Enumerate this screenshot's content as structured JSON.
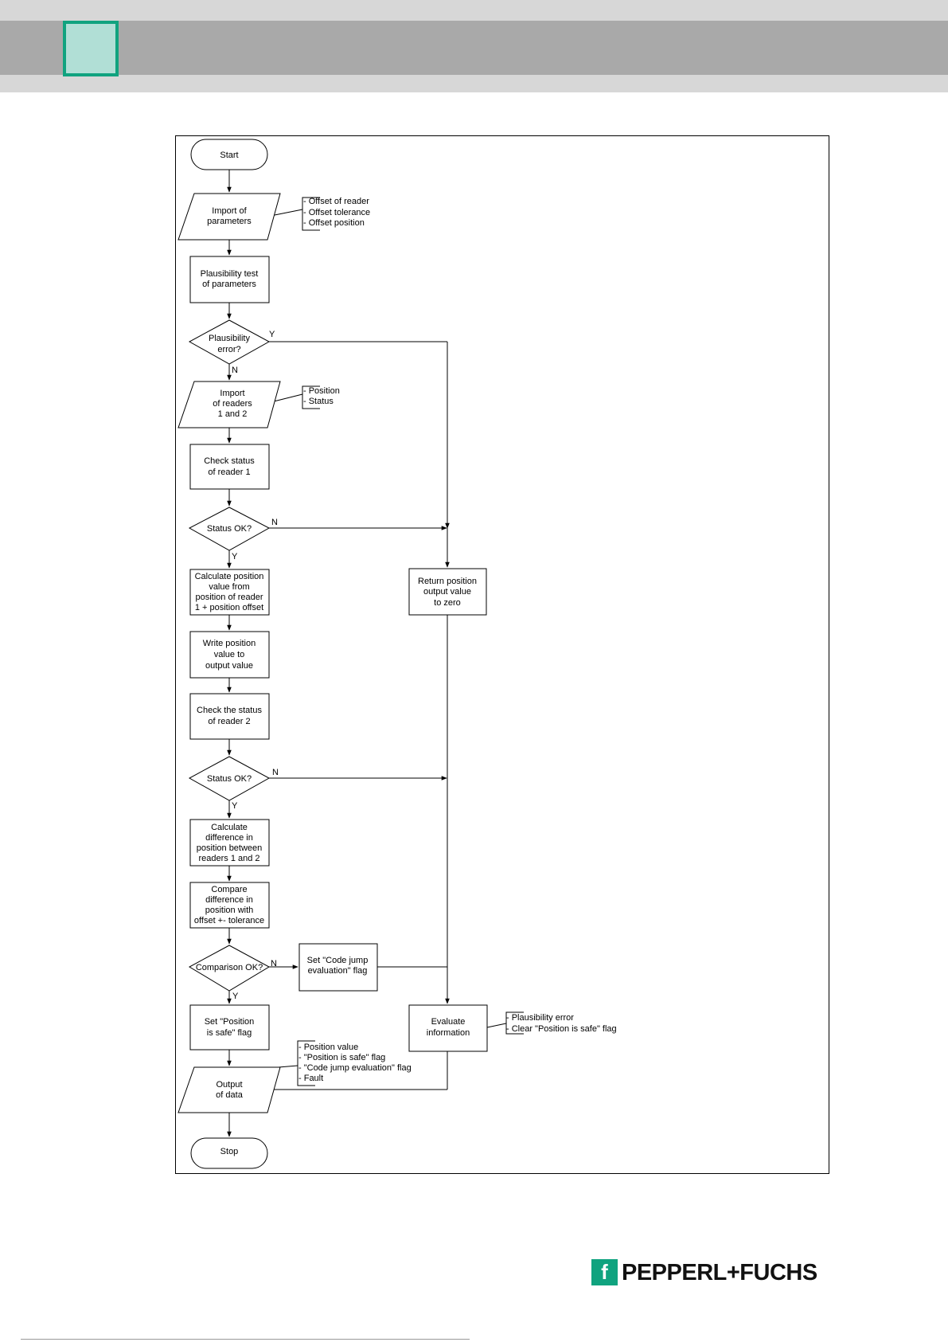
{
  "header": {
    "tab_marker_color": "#10a37f"
  },
  "flowchart": {
    "start": "Start",
    "import_params": [
      "Import of",
      "parameters"
    ],
    "param_notes": [
      "- Offset of reader",
      "- Offset tolerance",
      "- Offset position"
    ],
    "plausibility_test": [
      "Plausibility test",
      "of parameters"
    ],
    "plausibility_error": [
      "Plausibility",
      "error?"
    ],
    "import_readers": [
      "Import",
      "of readers",
      "1 and 2"
    ],
    "reader_notes": [
      "- Position",
      "- Status"
    ],
    "check_reader1": [
      "Check status",
      "of reader 1"
    ],
    "status_ok_1": "Status OK?",
    "calc_position": [
      "Calculate position",
      "value from",
      "position of reader",
      "1 + position offset"
    ],
    "write_position": [
      "Write position",
      "value to",
      "output value"
    ],
    "check_reader2": [
      "Check the status",
      "of reader 2"
    ],
    "status_ok_2": "Status OK?",
    "calc_difference": [
      "Calculate",
      "difference in",
      "position between",
      "readers 1 and 2"
    ],
    "compare_difference": [
      "Compare",
      "difference in",
      "position with",
      "offset +- tolerance"
    ],
    "comparison_ok": "Comparison OK?",
    "set_code_jump": [
      "Set \"Code jump",
      "evaluation\" flag"
    ],
    "set_position_safe": [
      "Set \"Position",
      "is safe\" flag"
    ],
    "return_zero": [
      "Return position",
      "output value",
      "to zero"
    ],
    "evaluate_info": [
      "Evaluate",
      "information"
    ],
    "evaluate_notes": [
      "- Plausibility error",
      "- Clear \"Position is safe\" flag"
    ],
    "output_notes": [
      "- Position value",
      "- \"Position is safe\" flag",
      "- \"Code jump evaluation\" flag",
      "- Fault"
    ],
    "output_data": [
      "Output",
      "of data"
    ],
    "stop": "Stop",
    "labels": {
      "yes": "Y",
      "no": "N"
    }
  },
  "footer": {
    "logo_mark": "f",
    "logo_text": "PEPPERL+FUCHS",
    "brand_color": "#10a37f"
  }
}
